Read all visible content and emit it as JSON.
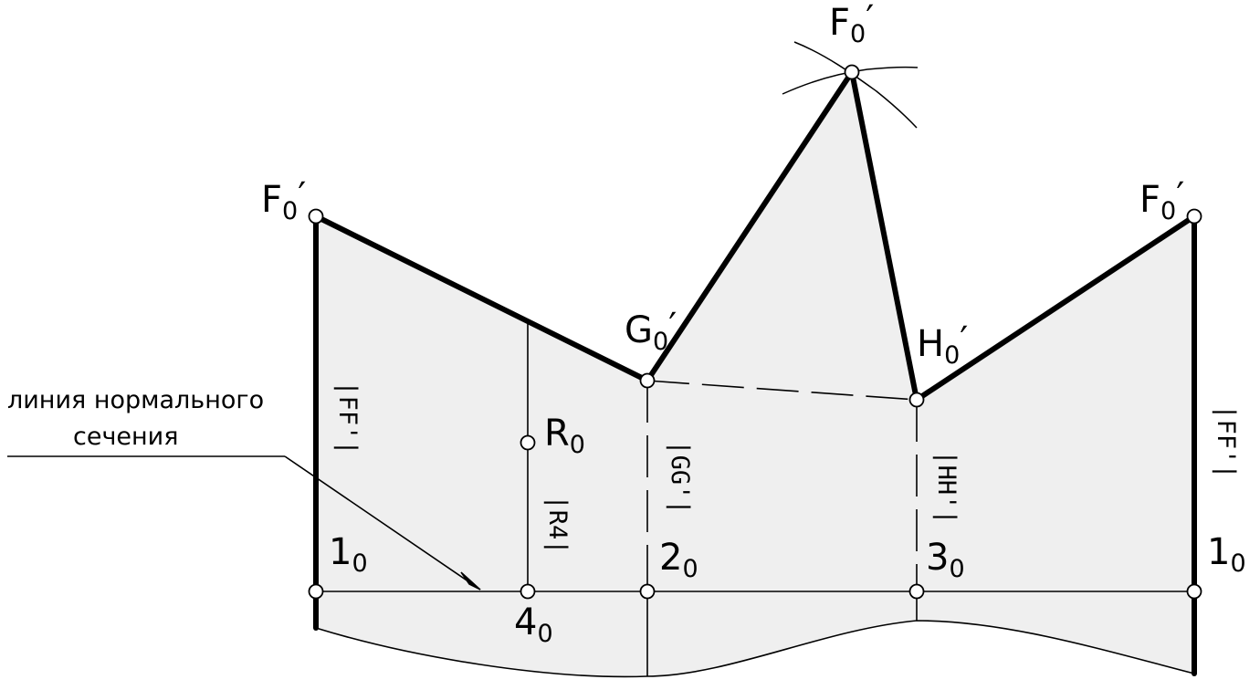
{
  "colors": {
    "fill": "#efefef",
    "stroke": "#000000",
    "point_fill": "#ffffff"
  },
  "points": {
    "F0_left": {
      "base": "F",
      "sub": "0",
      "prime": "′"
    },
    "F0_top": {
      "base": "F",
      "sub": "0",
      "prime": "′"
    },
    "F0_right": {
      "base": "F",
      "sub": "0",
      "prime": "′"
    },
    "G0": {
      "base": "G",
      "sub": "0",
      "prime": "′"
    },
    "H0": {
      "base": "H",
      "sub": "0",
      "prime": "′"
    },
    "R0": {
      "base": "R",
      "sub": "0"
    },
    "p1_left": {
      "base": "1",
      "sub": "0"
    },
    "p2": {
      "base": "2",
      "sub": "0"
    },
    "p3": {
      "base": "3",
      "sub": "0"
    },
    "p4": {
      "base": "4",
      "sub": "0"
    },
    "p1_right": {
      "base": "1",
      "sub": "0"
    }
  },
  "dimensions": {
    "ff_left": "|FF'|",
    "gg": "|GG'|",
    "hh": "|HH'|",
    "r4": "|R4|",
    "ff_right": "|FF'|"
  },
  "annotation": {
    "line1": "линия нормального",
    "line2": "сечения"
  }
}
